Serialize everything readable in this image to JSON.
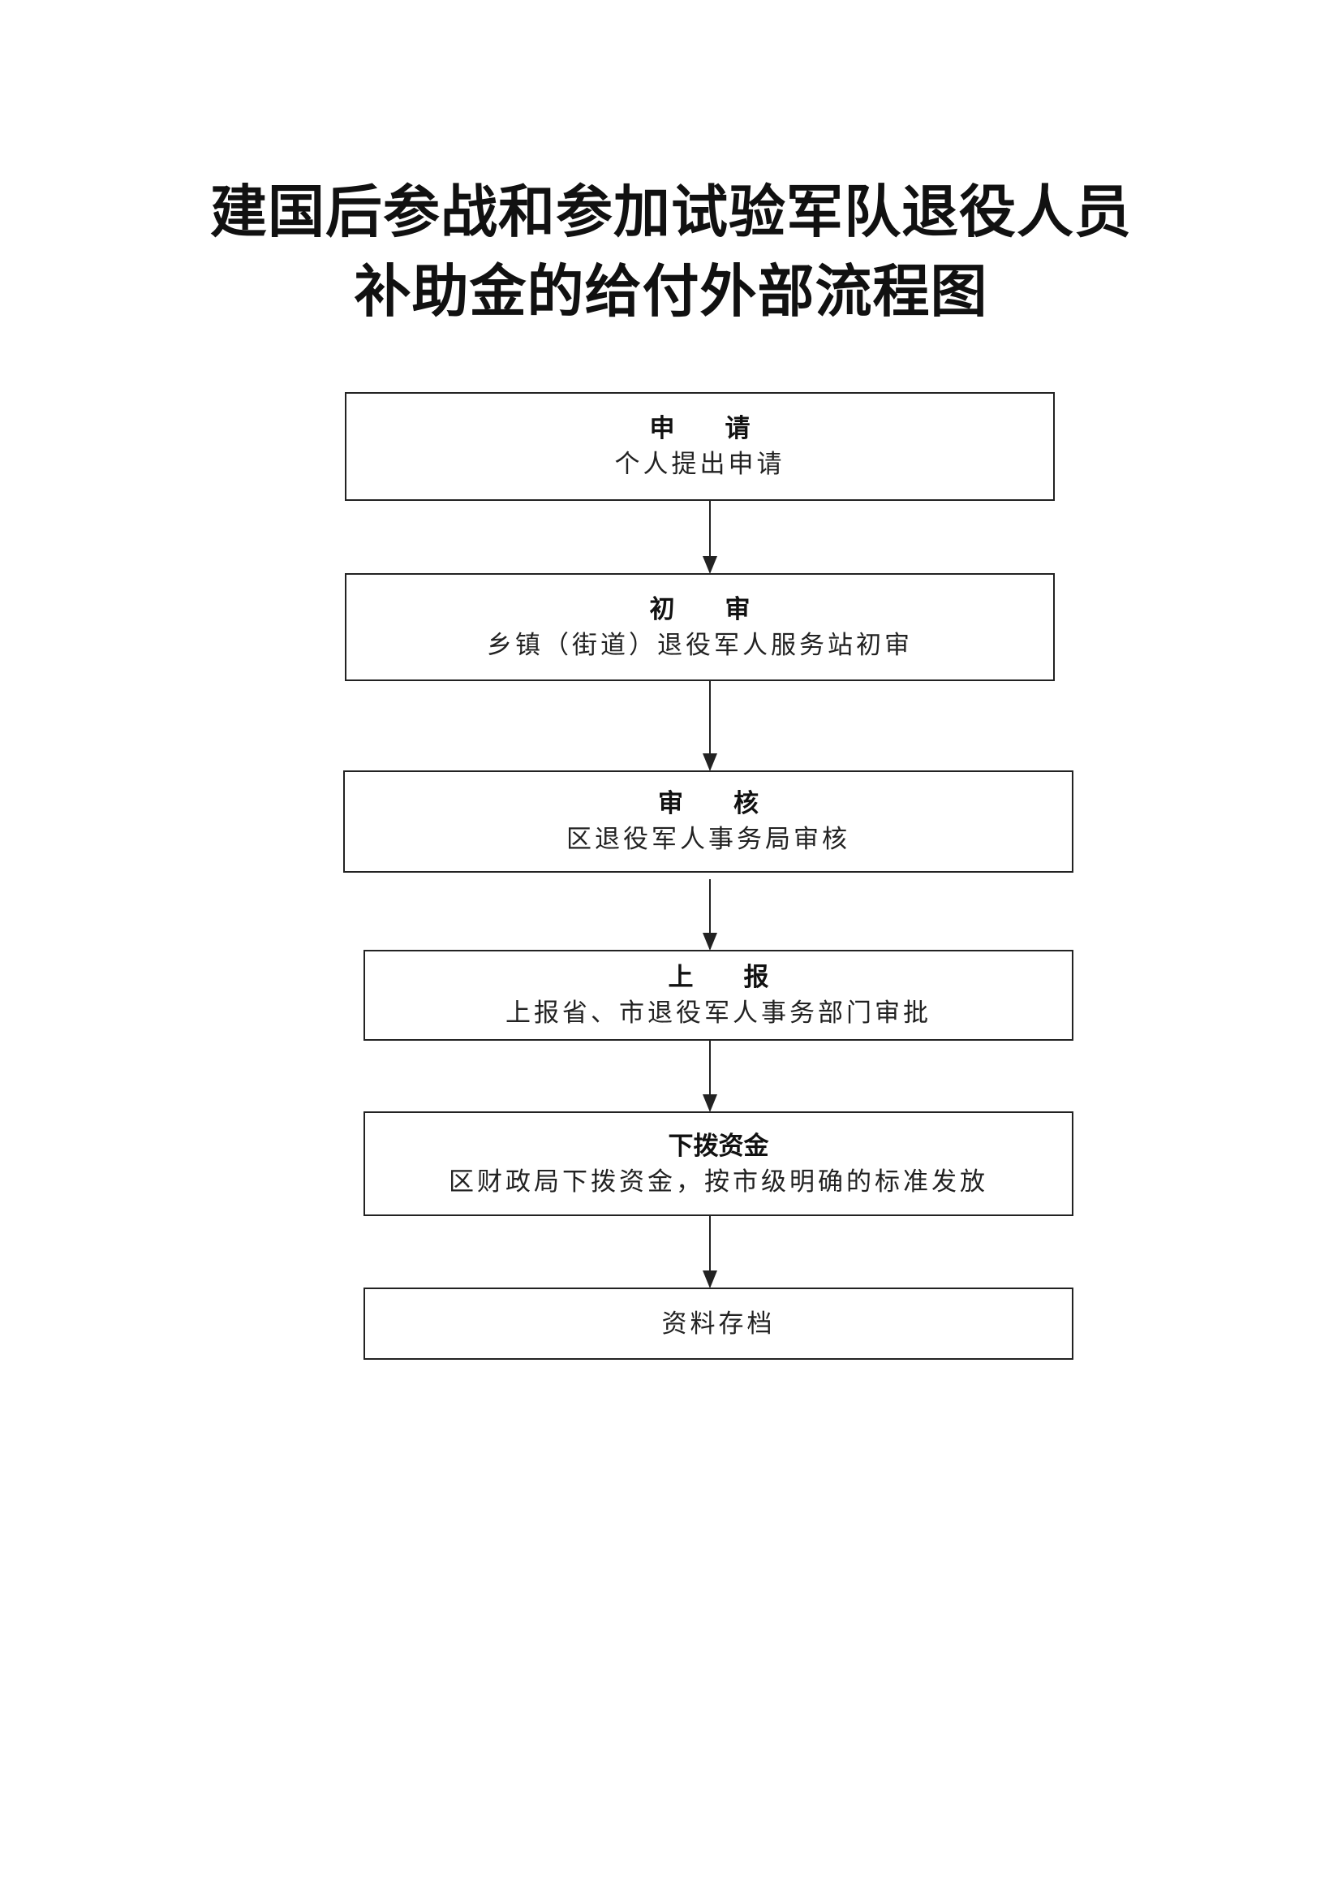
{
  "title": {
    "line1": "建国后参战和参加试验军队退役人员",
    "line2": "补助金的给付外部流程图"
  },
  "steps": [
    {
      "heading": "申　　请",
      "detail": "个人提出申请"
    },
    {
      "heading": "初　　审",
      "detail": "乡镇（街道）退役军人服务站初审"
    },
    {
      "heading": "审　　核",
      "detail": "区退役军人事务局审核"
    },
    {
      "heading": "上　　报",
      "detail": "上报省、市退役军人事务部门审批"
    },
    {
      "heading": "下拨资金",
      "detail": "区财政局下拨资金，按市级明确的标准发放"
    },
    {
      "heading": "",
      "detail": "资料存档"
    }
  ]
}
